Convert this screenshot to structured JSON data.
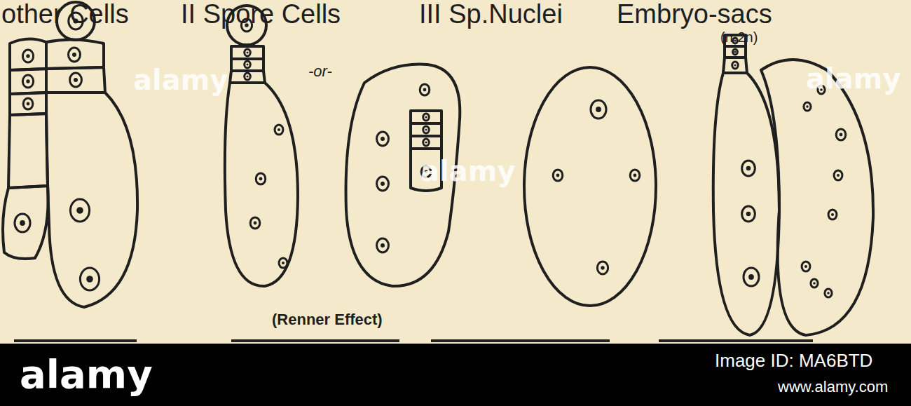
{
  "diagram": {
    "labels": [
      "other Cells",
      "II Spore Cells",
      "III Sp.Nuclei",
      "Embryo-sacs",
      "(n-2n)",
      "-or-",
      "alamy",
      "alamy",
      "alamy",
      "(Renner Effect)",
      "alamy",
      "Image ID: MA6BTD",
      "www.alamy.com"
    ]
  }
}
